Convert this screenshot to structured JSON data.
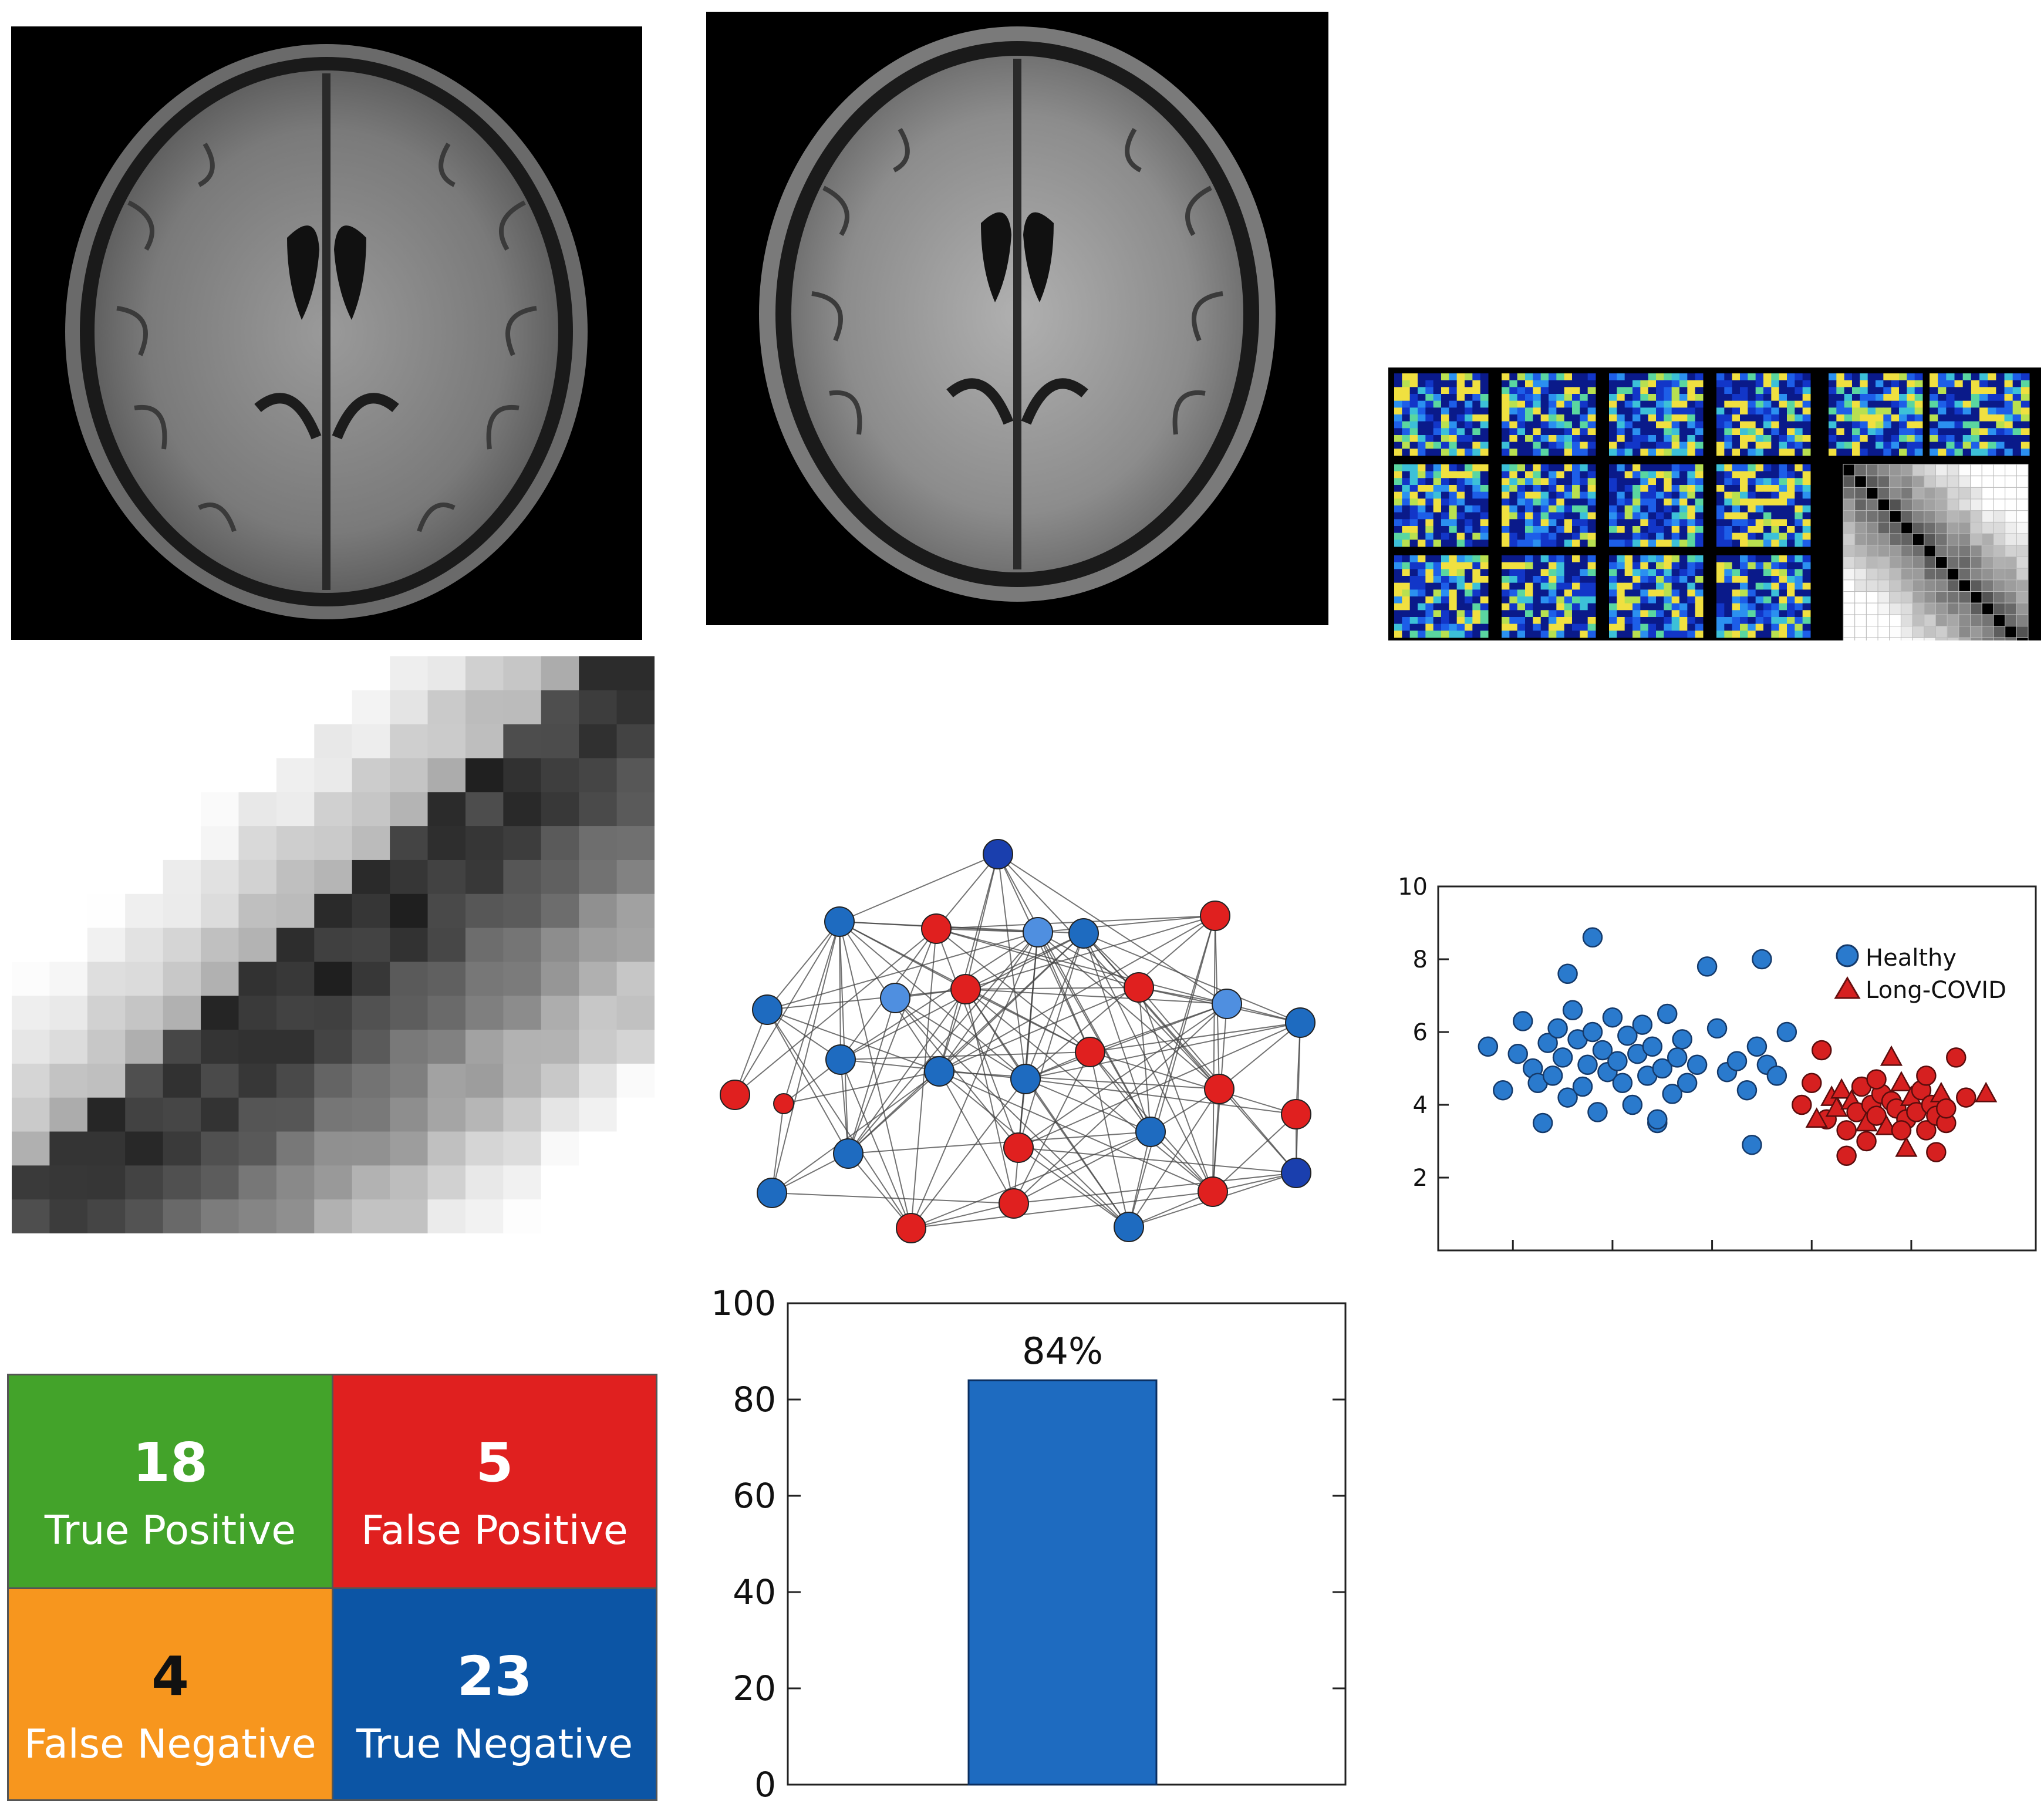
{
  "figure": {
    "scatter": {
      "chart_data": {
        "type": "scatter",
        "ylim": [
          0,
          10
        ],
        "yticks": [
          "2",
          "4",
          "6",
          "8",
          "10"
        ],
        "legend": {
          "position": "top-right",
          "entries": [
            "Healthy",
            "Long-COVID"
          ]
        },
        "series": [
          {
            "name": "Healthy",
            "marker": "circle",
            "color": "#2a7acd",
            "points": [
              [
                1.0,
                5.6
              ],
              [
                1.3,
                4.4
              ],
              [
                1.6,
                5.4
              ],
              [
                1.7,
                6.3
              ],
              [
                1.9,
                5.0
              ],
              [
                2.0,
                4.6
              ],
              [
                2.1,
                3.5
              ],
              [
                2.2,
                5.7
              ],
              [
                2.3,
                4.8
              ],
              [
                2.4,
                6.1
              ],
              [
                2.5,
                5.3
              ],
              [
                2.6,
                4.2
              ],
              [
                2.7,
                6.6
              ],
              [
                2.8,
                5.8
              ],
              [
                2.9,
                4.5
              ],
              [
                3.0,
                5.1
              ],
              [
                3.1,
                6.0
              ],
              [
                3.2,
                3.8
              ],
              [
                3.3,
                5.5
              ],
              [
                3.4,
                4.9
              ],
              [
                3.5,
                6.4
              ],
              [
                3.6,
                5.2
              ],
              [
                3.7,
                4.6
              ],
              [
                3.8,
                5.9
              ],
              [
                3.9,
                4.0
              ],
              [
                4.0,
                5.4
              ],
              [
                4.1,
                6.2
              ],
              [
                4.2,
                4.8
              ],
              [
                4.3,
                5.6
              ],
              [
                4.4,
                3.5
              ],
              [
                4.5,
                5.0
              ],
              [
                4.6,
                6.5
              ],
              [
                4.7,
                4.3
              ],
              [
                4.8,
                5.3
              ],
              [
                4.9,
                5.8
              ],
              [
                5.0,
                4.6
              ],
              [
                5.2,
                5.1
              ],
              [
                5.4,
                7.8
              ],
              [
                5.6,
                6.1
              ],
              [
                5.8,
                4.9
              ],
              [
                6.0,
                5.2
              ],
              [
                6.2,
                4.4
              ],
              [
                6.4,
                5.6
              ],
              [
                6.5,
                8.0
              ],
              [
                6.6,
                5.1
              ],
              [
                6.8,
                4.8
              ],
              [
                7.0,
                6.0
              ],
              [
                3.1,
                8.6
              ],
              [
                2.6,
                7.6
              ],
              [
                4.4,
                3.6
              ],
              [
                6.3,
                2.9
              ]
            ]
          },
          {
            "name": "Long-COVID",
            "marker": "triangle",
            "color": "#d62020",
            "points": [
              [
                7.3,
                4.0
              ],
              [
                7.5,
                4.6
              ],
              [
                7.7,
                5.5
              ],
              [
                7.8,
                3.6
              ],
              [
                7.9,
                4.2
              ],
              [
                8.0,
                3.9
              ],
              [
                8.1,
                4.4
              ],
              [
                8.2,
                3.3
              ],
              [
                8.3,
                4.1
              ],
              [
                8.4,
                3.8
              ],
              [
                8.5,
                4.5
              ],
              [
                8.6,
                3.5
              ],
              [
                8.7,
                4.0
              ],
              [
                8.8,
                3.7
              ],
              [
                8.9,
                4.3
              ],
              [
                9.0,
                3.4
              ],
              [
                9.1,
                4.1
              ],
              [
                9.2,
                3.9
              ],
              [
                9.3,
                4.6
              ],
              [
                9.4,
                3.6
              ],
              [
                9.5,
                4.2
              ],
              [
                9.6,
                3.8
              ],
              [
                9.7,
                4.4
              ],
              [
                9.8,
                3.3
              ],
              [
                9.9,
                4.0
              ],
              [
                10.0,
                3.7
              ],
              [
                10.1,
                4.3
              ],
              [
                10.2,
                3.5
              ],
              [
                8.2,
                2.6
              ],
              [
                8.6,
                3.0
              ],
              [
                9.4,
                2.8
              ],
              [
                10.0,
                2.7
              ],
              [
                9.1,
                5.3
              ],
              [
                9.8,
                4.8
              ],
              [
                10.4,
                5.3
              ],
              [
                10.6,
                4.2
              ],
              [
                11.0,
                4.3
              ],
              [
                10.2,
                3.9
              ],
              [
                9.3,
                3.3
              ],
              [
                8.8,
                4.7
              ],
              [
                7.6,
                3.6
              ]
            ]
          }
        ]
      }
    },
    "accuracy": {
      "chart_data": {
        "type": "bar",
        "categories": [
          ""
        ],
        "values": [
          84
        ],
        "data_labels": [
          "84%"
        ],
        "ylim": [
          0,
          100
        ],
        "yticks": [
          "0",
          "20",
          "40",
          "60",
          "80",
          "100"
        ],
        "bar_color": "#1e6bc0"
      }
    },
    "confusion_matrix": {
      "cells": [
        {
          "id": "tp",
          "value": "18",
          "label": "True Positive",
          "color": "#43a32a"
        },
        {
          "id": "fp",
          "value": "5",
          "label": "False Positive",
          "color": "#e0201f"
        },
        {
          "id": "fn",
          "value": "4",
          "label": "False Negative",
          "color": "#f7961e"
        },
        {
          "id": "tn",
          "value": "23",
          "label": "True Negative",
          "color": "#0c55a5"
        }
      ]
    },
    "network": {
      "node_colors": {
        "healthy": "#1e6bc0",
        "long_covid": "#e0201f",
        "light": "#4f8fe0",
        "dark": "#1a3fae"
      }
    }
  }
}
